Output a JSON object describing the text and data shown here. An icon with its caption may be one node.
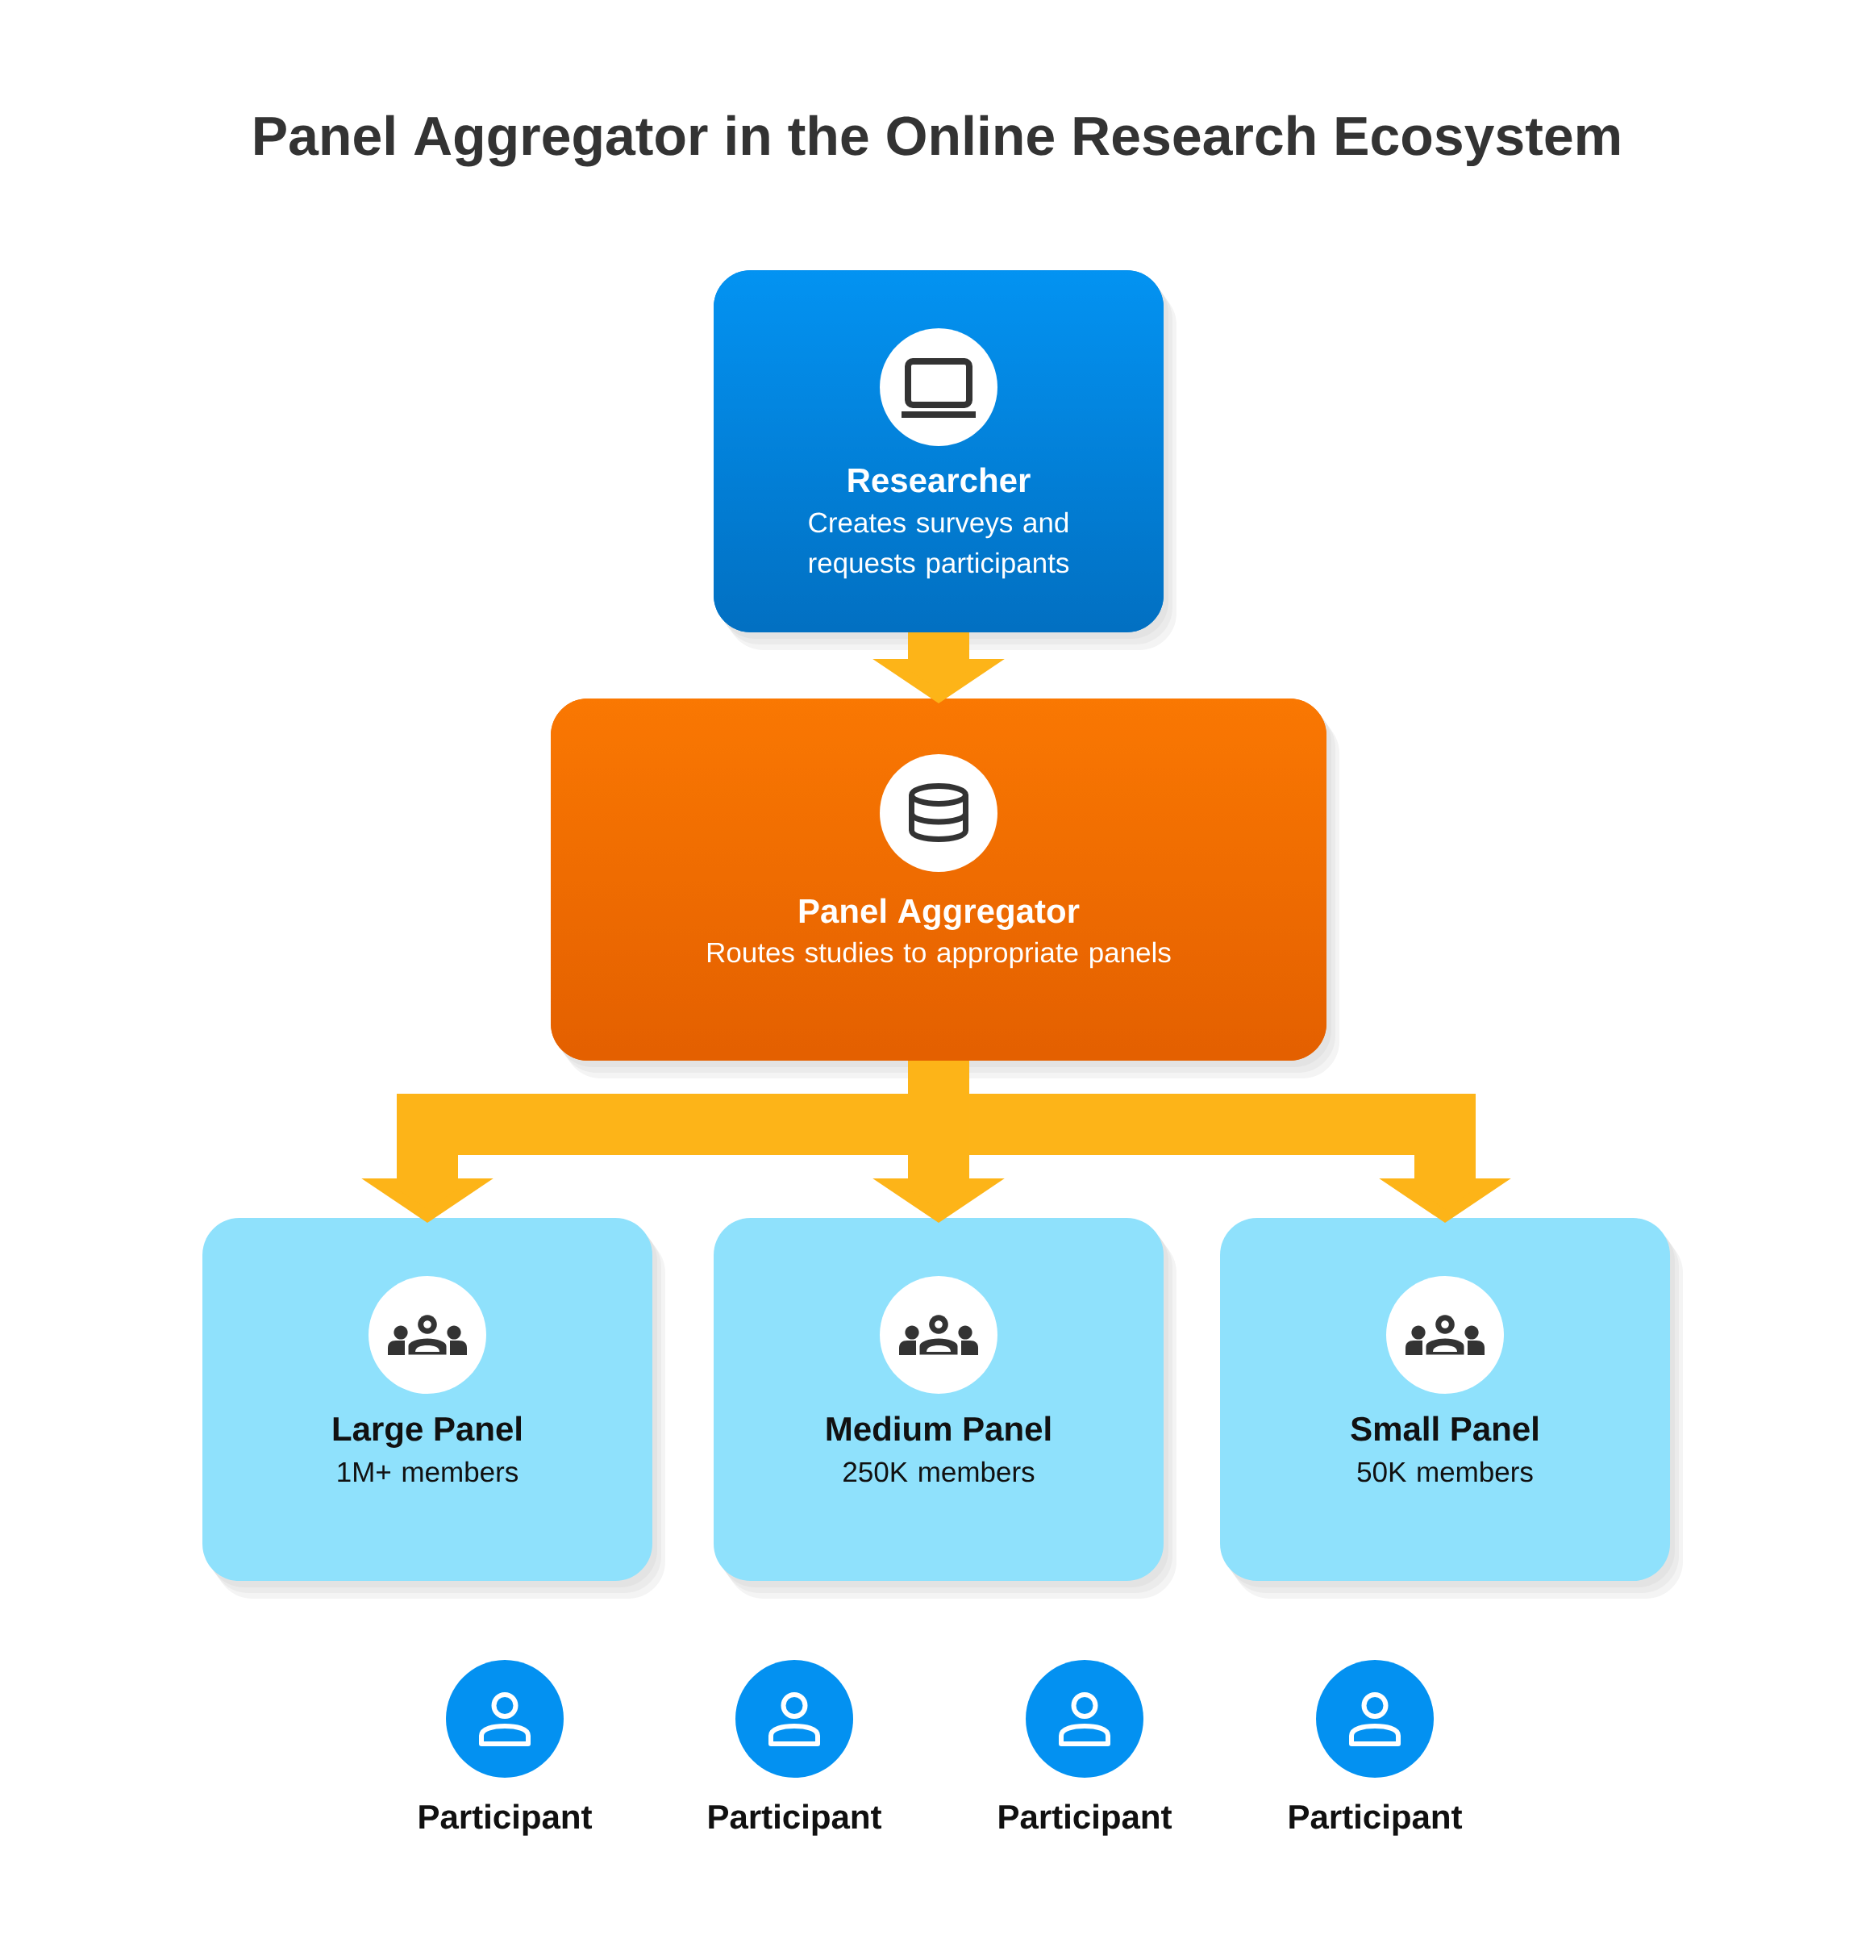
{
  "diagram": {
    "title": "Panel Aggregator in the Online Research Ecosystem",
    "nodes": [
      {
        "text": [
          "Researcher",
          "Creates surveys and requests participants"
        ]
      },
      {
        "text": [
          "Panel Aggregator",
          "Routes studies to appropriate panels"
        ]
      },
      {
        "text": [
          "Large Panel",
          "1M+ members"
        ]
      },
      {
        "text": [
          "Medium Panel",
          "250K members"
        ]
      },
      {
        "text": [
          "Small Panel",
          "50K members"
        ]
      },
      {
        "text": [
          "Participant"
        ]
      },
      {
        "text": [
          "Participant"
        ]
      },
      {
        "text": [
          "Participant"
        ]
      },
      {
        "text": [
          "Participant"
        ]
      }
    ],
    "edges": [
      {
        "from": 0,
        "to": 1,
        "arrow": "to"
      },
      {
        "from": 1,
        "to": 2,
        "arrow": "to"
      },
      {
        "from": 1,
        "to": 3,
        "arrow": "to"
      },
      {
        "from": 1,
        "to": 4,
        "arrow": "to"
      }
    ]
  }
}
